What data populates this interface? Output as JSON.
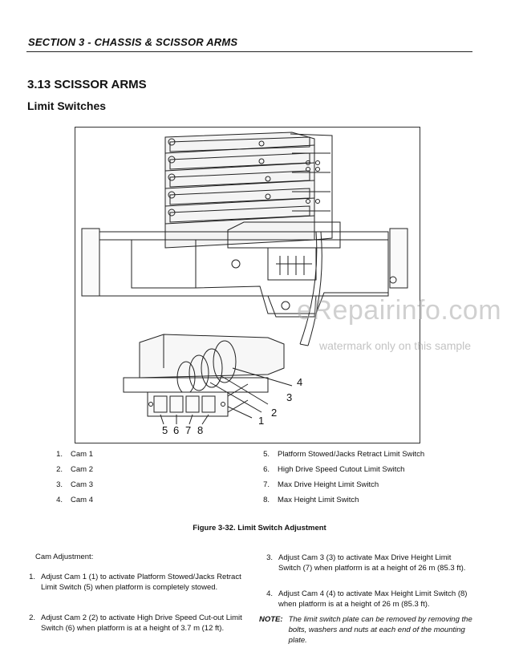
{
  "header": {
    "section_title": "SECTION 3 - CHASSIS & SCISSOR ARMS"
  },
  "page": {
    "section_heading": "3.13 SCISSOR ARMS",
    "subsection_heading": "Limit Switches"
  },
  "figure": {
    "callouts": [
      "1",
      "2",
      "3",
      "4",
      "5",
      "6",
      "7",
      "8"
    ],
    "caption": "Figure 3-32.  Limit Switch Adjustment",
    "legend_left": [
      {
        "num": "1.",
        "label": "Cam 1"
      },
      {
        "num": "2.",
        "label": "Cam 2"
      },
      {
        "num": "3.",
        "label": "Cam 3"
      },
      {
        "num": "4.",
        "label": "Cam 4"
      }
    ],
    "legend_right": [
      {
        "num": "5.",
        "label": "Platform Stowed/Jacks Retract Limit Switch"
      },
      {
        "num": "6.",
        "label": "High Drive Speed Cutout Limit Switch"
      },
      {
        "num": "7.",
        "label": "Max Drive Height Limit Switch"
      },
      {
        "num": "8.",
        "label": "Max Height Limit Switch"
      }
    ]
  },
  "instructions": {
    "heading": "Cam Adjustment:",
    "steps": [
      {
        "num": "1.",
        "text": "Adjust Cam 1 (1) to activate Platform Stowed/Jacks Retract Limit Switch (5) when platform is completely stowed."
      },
      {
        "num": "2.",
        "text": "Adjust Cam 2 (2) to activate High Drive Speed Cut-out Limit Switch (6) when platform is at a height of 3.7 m (12 ft)."
      },
      {
        "num": "3.",
        "text": "Adjust Cam 3 (3) to activate Max Drive Height Limit Switch (7) when platform is at a height of 26 m (85.3 ft)."
      },
      {
        "num": "4.",
        "text": "Adjust Cam 4 (4) to activate Max Height Limit Switch (8) when platform is at a height of 26 m (85.3 ft)."
      }
    ],
    "note_label": "NOTE:",
    "note_text": "The limit switch plate can be removed by removing the bolts, washers and nuts at each end of the mounting plate."
  },
  "watermark": {
    "logo": "eRepairinfo.com",
    "subtitle": "watermark only on this sample"
  }
}
